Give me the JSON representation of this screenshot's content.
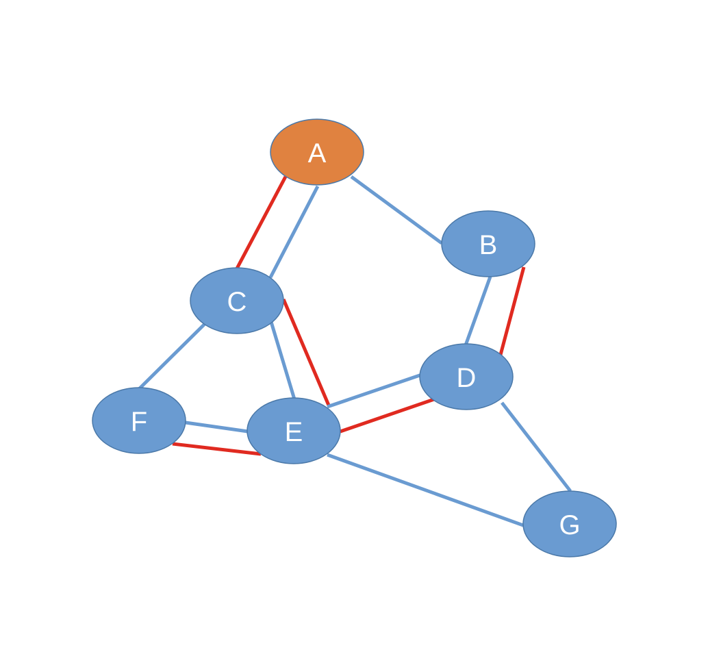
{
  "colors": {
    "node_default": "#6a9bd1",
    "node_start": "#e08240",
    "node_stroke": "#4a78a8",
    "edge_default": "#6a9bd1",
    "edge_highlight": "#e02a20",
    "label": "#ffffff"
  },
  "nodes": {
    "A": {
      "label": "A",
      "role": "start"
    },
    "B": {
      "label": "B",
      "role": "normal"
    },
    "C": {
      "label": "C",
      "role": "normal"
    },
    "D": {
      "label": "D",
      "role": "normal"
    },
    "E": {
      "label": "E",
      "role": "normal"
    },
    "F": {
      "label": "F",
      "role": "normal"
    },
    "G": {
      "label": "G",
      "role": "normal"
    }
  },
  "edges": [
    {
      "from": "A",
      "to": "B",
      "highlight": false
    },
    {
      "from": "A",
      "to": "C",
      "highlight": false
    },
    {
      "from": "A",
      "to": "C",
      "highlight": true
    },
    {
      "from": "B",
      "to": "D",
      "highlight": false
    },
    {
      "from": "B",
      "to": "D",
      "highlight": true
    },
    {
      "from": "C",
      "to": "F",
      "highlight": false
    },
    {
      "from": "C",
      "to": "E",
      "highlight": false
    },
    {
      "from": "C",
      "to": "E",
      "highlight": true
    },
    {
      "from": "D",
      "to": "E",
      "highlight": false
    },
    {
      "from": "D",
      "to": "E",
      "highlight": true
    },
    {
      "from": "F",
      "to": "E",
      "highlight": false
    },
    {
      "from": "F",
      "to": "E",
      "highlight": true
    },
    {
      "from": "D",
      "to": "G",
      "highlight": false
    },
    {
      "from": "E",
      "to": "G",
      "highlight": false
    }
  ]
}
